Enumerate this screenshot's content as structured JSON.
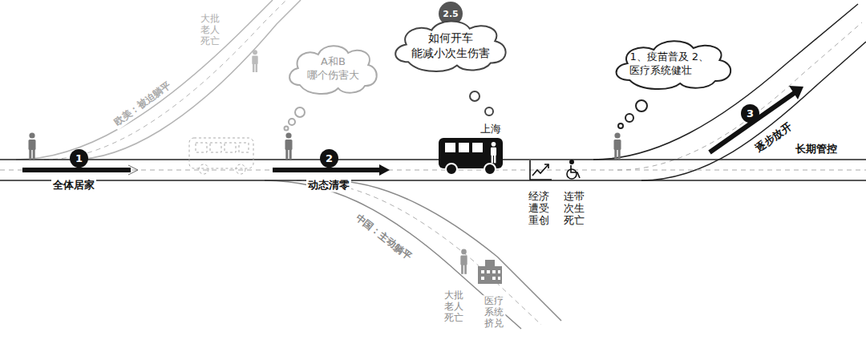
{
  "diagram": {
    "nodes": [
      {
        "text": [
          "1"
        ]
      },
      {
        "text": [
          "A和B 哪个伤害大"
        ]
      },
      {
        "text": [
          "2"
        ]
      },
      {
        "text": [
          "2.5"
        ]
      },
      {
        "text": [
          "如何开车 能减小次生伤害"
        ]
      },
      {
        "text": [
          "1、疫苗普及 2、医疗系统健壮"
        ]
      },
      {
        "text": [
          "3"
        ]
      }
    ],
    "labels": [
      "欧美：被迫躺平",
      "大批老人死亡",
      "全体居家",
      "动态清零",
      "上海",
      "经济遭受重创",
      "连带次生死亡",
      "逐步放开",
      "长期管控",
      "中国：主动躺平",
      "大批老人死亡",
      "医疗系统挤兑"
    ]
  }
}
